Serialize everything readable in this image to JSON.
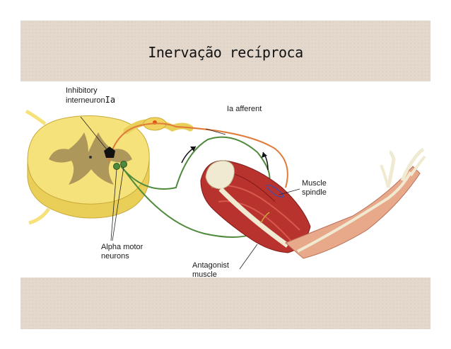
{
  "slide": {
    "title": "Inervação recíproca"
  },
  "labels": {
    "inhibitory_line1": "Inhibitory",
    "inhibitory_line2": "interneuron",
    "ia_suffix": "Ia",
    "ia_afferent": "Ia afferent",
    "muscle_spindle_line1": "Muscle",
    "muscle_spindle_line2": "spindle",
    "alpha_line1": "Alpha motor",
    "alpha_line2": "neurons",
    "antagonist_line1": "Antagonist",
    "antagonist_line2": "muscle"
  },
  "colors": {
    "spinal_cord": "#f6e27a",
    "gray_matter": "#a08a55",
    "afferent_nerve": "#e07b3a",
    "motor_nerve": "#4f8a3c",
    "muscle": "#b8322e",
    "bone": "#f1ead2",
    "skin": "#e8a98a"
  }
}
